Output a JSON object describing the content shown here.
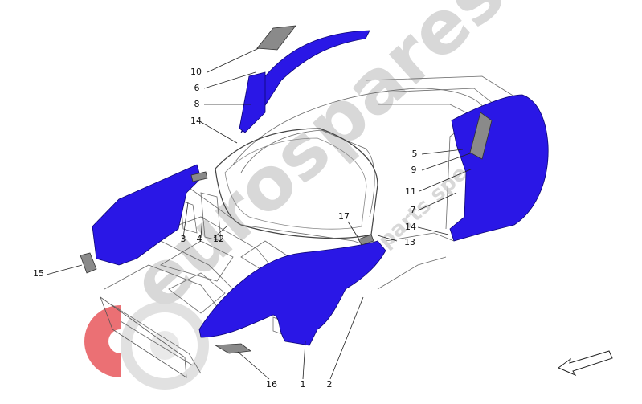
{
  "watermark": {
    "brand": "eurospares",
    "tagline": "Your parts specialist",
    "colors": {
      "text": "#d8d8d8",
      "logo": "#e3393f"
    }
  },
  "diagram": {
    "part_color": "#2a17e6",
    "line_color": "#222222",
    "callouts": [
      {
        "id": "c10",
        "label": "10"
      },
      {
        "id": "c6",
        "label": "6"
      },
      {
        "id": "c8",
        "label": "8"
      },
      {
        "id": "c14a",
        "label": "14"
      },
      {
        "id": "c5",
        "label": "5"
      },
      {
        "id": "c9",
        "label": "9"
      },
      {
        "id": "c11",
        "label": "11"
      },
      {
        "id": "c7",
        "label": "7"
      },
      {
        "id": "c14b",
        "label": "14"
      },
      {
        "id": "c17",
        "label": "17"
      },
      {
        "id": "c13",
        "label": "13"
      },
      {
        "id": "c3",
        "label": "3"
      },
      {
        "id": "c4",
        "label": "4"
      },
      {
        "id": "c12",
        "label": "12"
      },
      {
        "id": "c15",
        "label": "15"
      },
      {
        "id": "c16",
        "label": "16"
      },
      {
        "id": "c1",
        "label": "1"
      },
      {
        "id": "c2",
        "label": "2"
      }
    ]
  },
  "direction_icon": "arrow-down-left-icon"
}
